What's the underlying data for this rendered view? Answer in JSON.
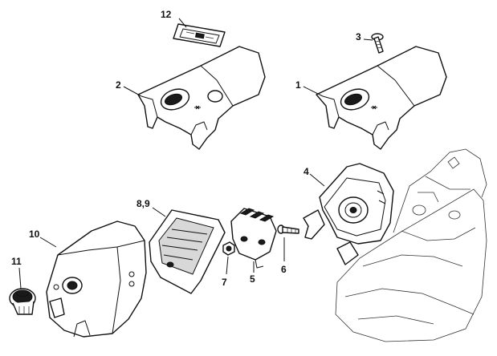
{
  "labels": {
    "p1": "1",
    "p2": "2",
    "p3": "3",
    "p4": "4",
    "p5": "5",
    "p6": "6",
    "p7": "7",
    "p89": "8,9",
    "p10": "10",
    "p11": "11",
    "p12": "12"
  }
}
